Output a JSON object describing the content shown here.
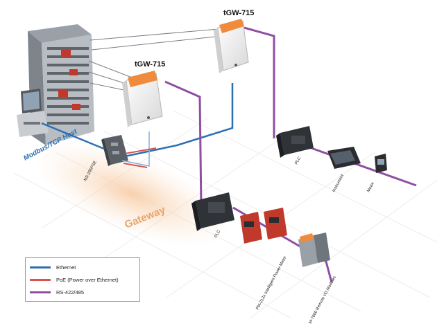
{
  "labels": {
    "device_top": "tGW-715",
    "device_mid": "tGW-715",
    "host": "Modbus/TCP Host",
    "switch": "NS-205PSE",
    "gateway": "Gateway",
    "plc_right": "PLC",
    "instrument": "Instrument",
    "meter": "Meter",
    "plc_bottom": "PLC",
    "power_meter": "PM-213x Intelligent Power Meter",
    "io_modules": "M-7000 Remote I/O Modules"
  },
  "legend": [
    {
      "label": "Ethernet",
      "color": "#2b6fb3"
    },
    {
      "label": "PoE (Power over Ethernet)",
      "color": "#d9534f"
    },
    {
      "label": "RS-422/485",
      "color": "#8e4fa3"
    }
  ]
}
